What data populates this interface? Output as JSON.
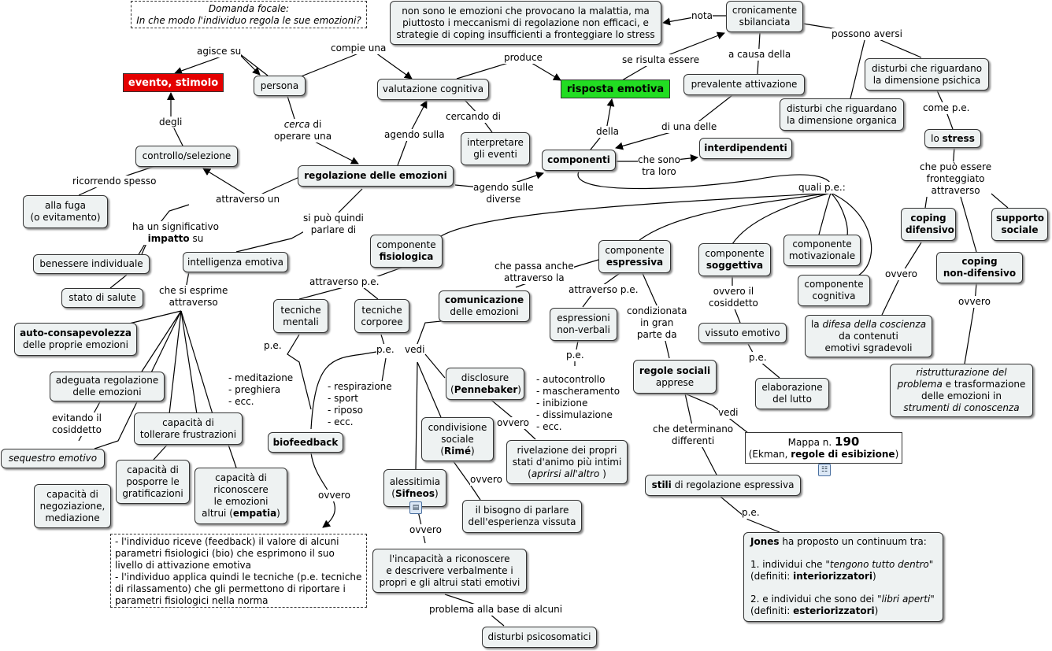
{
  "focal": {
    "line1": "Domanda focale:",
    "line2": "In che modo l'individuo regola le sue emozioni?"
  },
  "nodes": {
    "evento": "evento, stimolo",
    "persona": "persona",
    "valutazione": "valutazione cognitiva",
    "risposta": "risposta emotiva",
    "nota_box": [
      "non sono le emozioni che provocano la malattia, ma",
      "piuttosto i meccanismi di regolazione non efficaci, e",
      "strategie di coping insufficienti a fronteggiare lo stress"
    ],
    "cronicamente": [
      "cronicamente",
      "sbilanciata"
    ],
    "prevalente": "prevalente attivazione",
    "dist_psichica": [
      "disturbi che riguardano",
      "la dimensione psichica"
    ],
    "dist_organica": [
      "disturbi che riguardano",
      "la dimensione organica"
    ],
    "stress": {
      "pre": "lo ",
      "bold": "stress"
    },
    "coping_dif": [
      "coping",
      "difensivo"
    ],
    "supporto": [
      "supporto",
      "sociale"
    ],
    "coping_nondif": [
      "coping",
      "non-difensivo"
    ],
    "difesa": {
      "pre": "la ",
      "italic": "difesa della coscienza",
      "rest1": "da contenuti",
      "rest2": "emotivi sgradevoli"
    },
    "ristrutturazione": {
      "it1": "ristrutturazione del",
      "it2": "problema",
      "r1": " e trasformazione",
      "r2": "delle emozioni in",
      "it3": "strumenti di conoscenza"
    },
    "controllo": "controllo/selezione",
    "fuga": [
      "alla fuga",
      "(o evitamento)"
    ],
    "regolazione": "regolazione delle emozioni",
    "interpretare": [
      "interpretare",
      "gli eventi"
    ],
    "componenti": "componenti",
    "interdipendenti": "interdipendenti",
    "benessere": "benessere individuale",
    "salute": "stato di salute",
    "intelligenza": "intelligenza emotiva",
    "auto": {
      "bold": "auto-consapevolezza",
      "rest": "delle proprie emozioni"
    },
    "adeguata": [
      "adeguata regolazione",
      "delle emozioni"
    ],
    "sequestro": "sequestro emotivo",
    "tollerare": [
      "capacità di",
      "tollerare frustrazioni"
    ],
    "posporre": [
      "capacità di",
      "posporre le",
      "gratificazioni"
    ],
    "negoziazione": [
      "capacità di",
      "negoziazione,",
      "mediazione"
    ],
    "riconoscere": {
      "l1": "capacità di",
      "l2": "riconoscere",
      "l3": "le emozioni",
      "l4": "altrui (",
      "bold": "empatia",
      "l5": ")"
    },
    "comp_fisio": {
      "l1": "componente",
      "bold": "fisiologica"
    },
    "tec_mentali": [
      "tecniche",
      "mentali"
    ],
    "tec_corporee": [
      "tecniche",
      "corporee"
    ],
    "biofeedback": "biofeedback",
    "biofeedback_box": [
      "- l'individuo riceve (feedback) il valore di alcuni",
      "parametri fisiologici (bio) che esprimono il suo",
      "livello di attivazione emotiva",
      "- l'individuo applica quindi le tecniche (p.e. tecniche",
      "di rilassamento) che gli permettono di riportare i",
      "parametri fisiologici nella norma"
    ],
    "comunicazione": {
      "bold": "comunicazione",
      "rest": "delle emozioni"
    },
    "disclosure": {
      "l1": "disclosure",
      "bold": "Pennebaker"
    },
    "condivisione": {
      "l1": "condivisione",
      "l2": "sociale",
      "bold": "Rimé"
    },
    "alessitimia": {
      "l1": "alessitimia",
      "bold": "Sifneos"
    },
    "incapacita": [
      "l'incapacità a riconoscere",
      "e descrivere verbalmente i",
      "propri e gli altrui stati emotivi"
    ],
    "psicosomatici": "disturbi psicosomatici",
    "rivelazione": {
      "l1": "rivelazione dei propri",
      "l2": "stati d'animo più intimi",
      "it": "aprirsi all'altro"
    },
    "bisogno": [
      "il bisogno di parlare",
      "dell'esperienza vissuta"
    ],
    "comp_espr": {
      "l1": "componente",
      "bold": "espressiva"
    },
    "espressioni": [
      "espressioni",
      "non-verbali"
    ],
    "regole": {
      "bold": "regole sociali",
      "rest": "apprese"
    },
    "comp_sogg": {
      "l1": "componente",
      "bold": "soggettiva"
    },
    "vissuto": "vissuto emotivo",
    "elaborazione": [
      "elaborazione",
      "del lutto"
    ],
    "comp_motiv": [
      "componente",
      "motivazionale"
    ],
    "comp_cogn": [
      "componente",
      "cognitiva"
    ],
    "mappa": {
      "l1": "Mappa n. ",
      "num": "190",
      "l2": "(Ekman, ",
      "bold": "regole di esibizione",
      "l3": ")"
    },
    "stili": {
      "bold": "stili",
      "rest": " di regolazione espressiva"
    },
    "jones": {
      "bold1": "Jones",
      "r1": " ha proposto un continuum tra:",
      "p1": "1. individui che ",
      "it1": "\"tengono tutto dentro\"",
      "p1b": "(definiti: ",
      "b1": "interiorizzatori",
      "p2": "2. e individui che sono dei ",
      "it2": "\"libri aperti\"",
      "p2b": "(definiti: ",
      "b2": "esteriorizzatori"
    }
  },
  "labels": {
    "agisce": "agisce su",
    "compie": "compie una",
    "produce": "produce",
    "nota": "nota",
    "se_risulta": "se risulta essere",
    "possono": "possono aversi",
    "a_causa": "a causa della",
    "di_una": "di una delle",
    "come_pe": "come p.e.",
    "che_puo": [
      "che può essere",
      "fronteggiato",
      "attraverso"
    ],
    "ovvero1": "ovvero",
    "ovvero2": "ovvero",
    "degli": "degli",
    "ricorrendo": "ricorrendo spesso",
    "attraverso_un": "attraverso un",
    "cerca": "cerca",
    "di": " di",
    "operare": "operare una",
    "agendo_sulla": "agendo sulla",
    "cercando": "cercando di",
    "della": "della",
    "che_sono": [
      "che sono",
      "tra loro"
    ],
    "agendo_sulle": [
      "agendo sulle",
      "diverse"
    ],
    "quali": "quali p.e.:",
    "si_puo": [
      "si può quindi",
      "parlare di"
    ],
    "ha_sig": "ha un significativo",
    "impatto": "impatto",
    "su": " su",
    "si_esprime": [
      "che si esprime",
      "attraverso"
    ],
    "evitando": [
      "evitando il",
      "cosiddetto"
    ],
    "attr_pe": "attraverso p.e.",
    "pe1": "p.e.",
    "pe2": "p.e.",
    "mentali_list": [
      "- meditazione",
      "- preghiera",
      "- ecc."
    ],
    "corporee_list": [
      "- respirazione",
      "- sport",
      "- riposo",
      "- ecc."
    ],
    "ovvero_bio": "ovvero",
    "passa": [
      "che passa anche",
      "attraverso la"
    ],
    "vedi1": "vedi",
    "ovvero3": "ovvero",
    "ovvero4": "ovvero",
    "ovvero5": "ovvero",
    "problema": "problema alla base di alcuni",
    "attr_pe2": "attraverso p.e.",
    "pe3": "p.e.",
    "espr_list": [
      "- autocontrollo",
      "- mascheramento",
      "- inibizione",
      "- dissimulazione",
      "- ecc."
    ],
    "condizionata": [
      "condizionata",
      "in gran",
      "parte da"
    ],
    "ovvero_cos": [
      "ovvero il",
      "cosiddetto"
    ],
    "pe4": "p.e.",
    "vedi2": "vedi",
    "determinano": [
      "che determinano",
      "differenti"
    ],
    "pe5": "p.e."
  }
}
